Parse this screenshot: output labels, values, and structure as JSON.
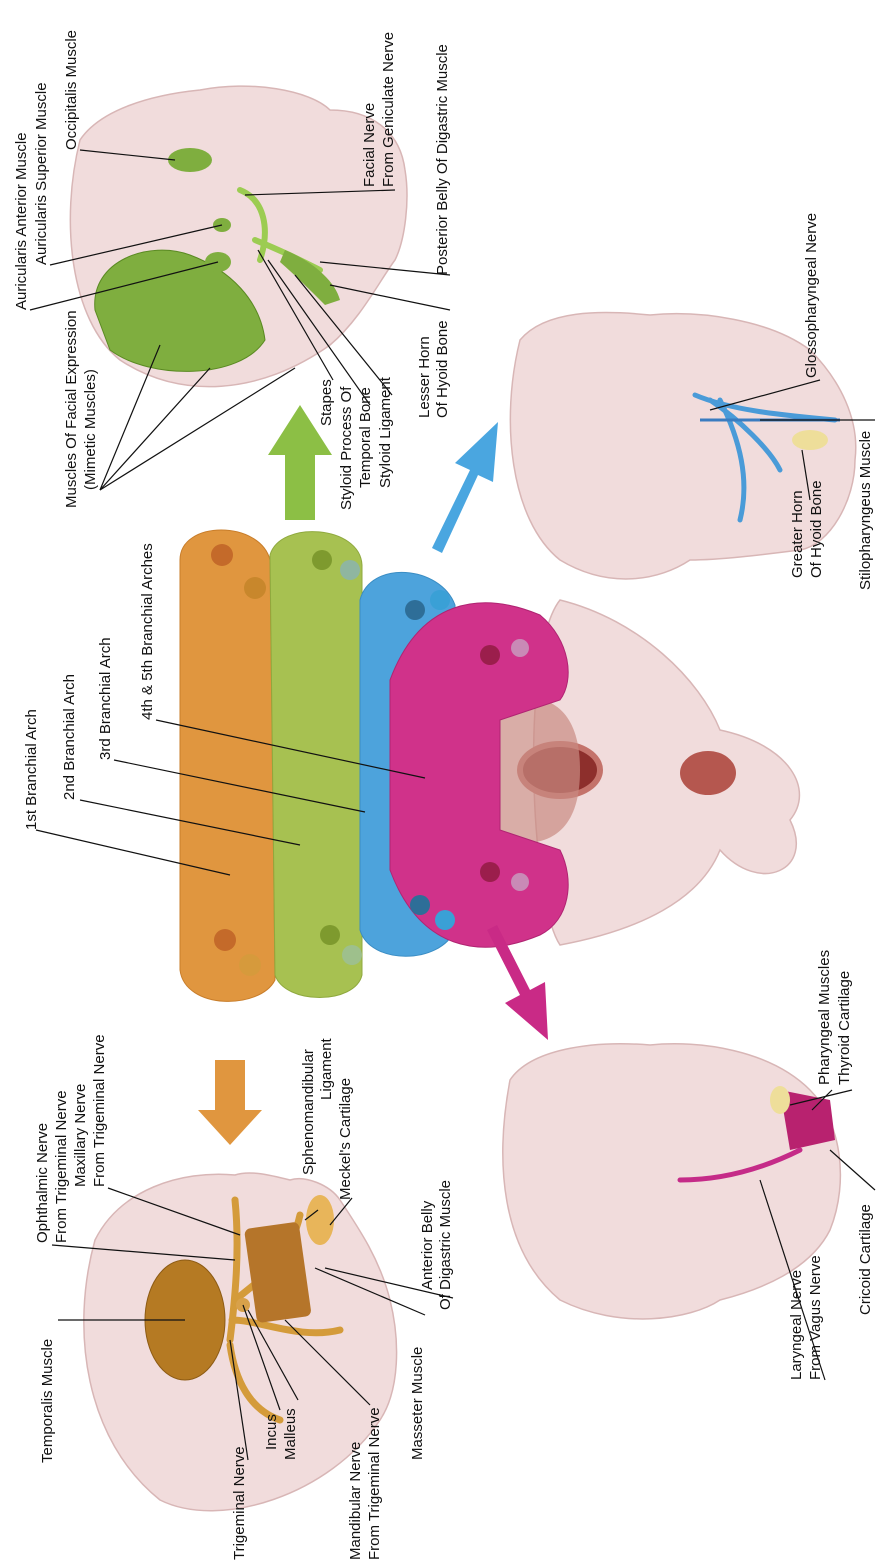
{
  "colors": {
    "arch1": "#e0963f",
    "arch2": "#a7c151",
    "arch3": "#4da3dc",
    "arch45": "#d0328a",
    "skin": "#f1dcdc",
    "mouth": "#b6564c"
  },
  "arrows": {
    "arch1": "#e0963f",
    "arch2": "#8cbf45",
    "arch3": "#4aa6e0",
    "arch45": "#c92a86"
  },
  "center": {
    "arch1": "1st Branchial Arch",
    "arch2": "2nd Branchial Arch",
    "arch3": "3rd Branchial Arch",
    "arch45": "4th & 5th Branchial Arches"
  },
  "panel1": {
    "temporalis": "Temporalis Muscle",
    "trigeminal": "Trigeminal Nerve",
    "incus": "Incus",
    "malleus": "Malleus",
    "mandibular_1": "Mandibular Nerve",
    "mandibular_2": "From Trigeminal Nerve",
    "masseter": "Masseter Muscle",
    "anterior_1": "Anterior Belly",
    "anterior_2": "Of Digastric Muscle",
    "meckel": "Meckel's Cartilage",
    "spheno_1": "Sphenomandibular",
    "spheno_2": "Ligament",
    "maxillary_1": "Maxillary Nerve",
    "maxillary_2": "From Trigeminal Nerve",
    "ophthalmic_1": "Ophthalmic Nerve",
    "ophthalmic_2": "From Trigeminal Nerve"
  },
  "panel2": {
    "auric_ant": "Auricularis Anterior Muscle",
    "auric_sup": "Auricularis Superior Muscle",
    "occipitalis": "Occipitalis Muscle",
    "facial_1": "Facial Nerve",
    "facial_2": "From Geniculate Nerve",
    "posterior": "Posterior Belly Of Digastric Muscle",
    "lesser_1": "Lesser Horn",
    "lesser_2": "Of Hyoid Bone",
    "styloid_lig": "Styloid Ligament",
    "styloid_proc_1": "Styloid Process Of",
    "styloid_proc_2": "Temporal Bone",
    "stapes": "Stapes",
    "mimetic_1": "Muscles Of Facial Expression",
    "mimetic_2": "(Mimetic Muscles)"
  },
  "panel3": {
    "glosso": "Glossopharyngeal Nerve",
    "stylo": "Stilopharyngeus Muscle",
    "greater_1": "Greater Horn",
    "greater_2": "Of Hyoid Bone"
  },
  "panel4": {
    "pharyngeal": "Pharyngeal Muscles",
    "thyroid": "Thyroid Cartilage",
    "cricoid": "Cricoid Cartilage",
    "laryngeal_1": "Laryngeal Nerve",
    "laryngeal_2": "From Vagus Nerve"
  }
}
